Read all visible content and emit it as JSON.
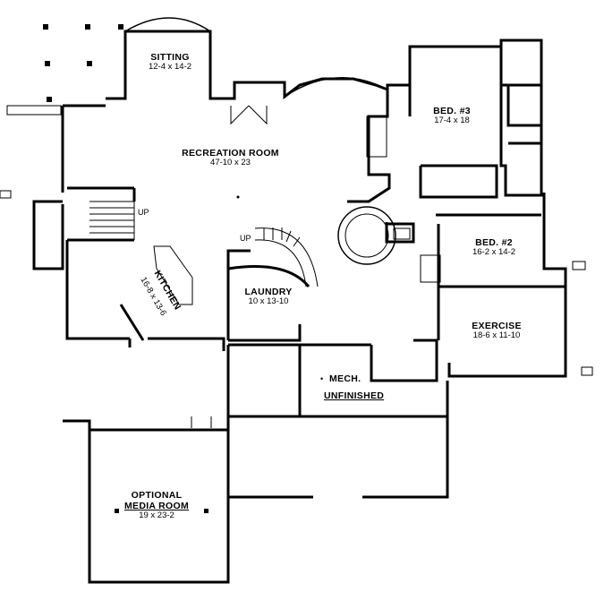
{
  "plan": {
    "rooms": {
      "sitting": {
        "name": "SITTING",
        "dim": "12-4 x 14-2"
      },
      "recreation": {
        "name": "RECREATION ROOM",
        "dim": "47-10 x 23"
      },
      "bed3": {
        "name": "BED. #3",
        "dim": "17-4 x 18"
      },
      "bed2": {
        "name": "BED. #2",
        "dim": "16-2 x 14-2"
      },
      "kitchen": {
        "name": "KITCHEN",
        "dim": "16-8 x 13-6"
      },
      "laundry": {
        "name": "LAUNDRY",
        "dim": "10 x 13-10"
      },
      "exercise": {
        "name": "EXERCISE",
        "dim": "18-6 x 11-10"
      },
      "mech": {
        "name": "MECH."
      },
      "unfinished": {
        "name": "UNFINISHED"
      },
      "media": {
        "name1": "OPTIONAL",
        "name2": "MEDIA ROOM",
        "dim": "19 x 23-2"
      }
    },
    "stairs": {
      "up_left": "UP",
      "up_center": "UP"
    }
  }
}
